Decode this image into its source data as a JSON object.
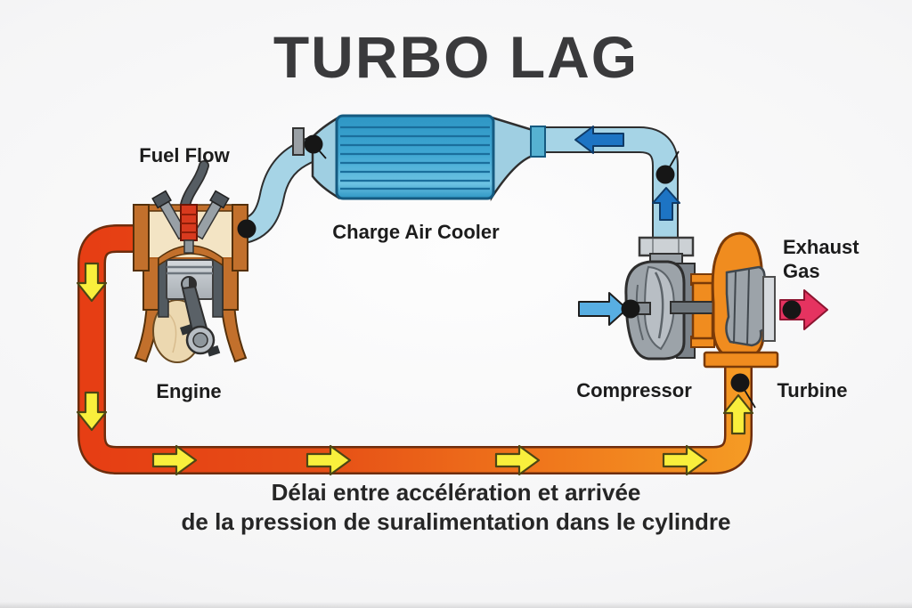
{
  "title": "TURBO LAG",
  "labels": {
    "fuel_flow": "Fuel Flow",
    "engine": "Engine",
    "charge_air_cooler": "Charge Air Cooler",
    "compressor": "Compressor",
    "turbine": "Turbine",
    "exhaust_gas": "Exhaust Gas"
  },
  "caption": {
    "line1": "Délai entre accélération et arrivée",
    "line2": "de la pression de suralimentation dans le cylindre"
  },
  "colors": {
    "background": "#f2f2f3",
    "title_text": "#3a3a3c",
    "label_text": "#1c1c1c",
    "hot_pipe_red": "#e63e14",
    "hot_pipe_orange": "#f59b24",
    "charge_pipe_blue": "#a6d4e6",
    "cooler_core_blue": "#3ea6d2",
    "flow_arrow_yellow": "#f9ef3c",
    "flow_arrow_blue": "#1d74c4",
    "intake_arrow_blue": "#58aee2",
    "exhaust_arrow_pink": "#e53360",
    "compressor_gray": "#9ca3a9",
    "turbine_orange": "#f08c1f",
    "junction_dot": "#161616"
  }
}
